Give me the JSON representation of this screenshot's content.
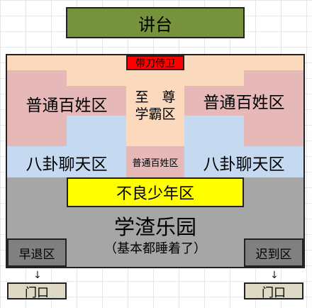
{
  "podium": "讲台",
  "guard": "带刀侍卫",
  "supreme_line1": "至　尊",
  "supreme_line2": "学霸区",
  "left_commoner": "普通百姓区",
  "right_commoner": "普通百姓区",
  "center_commoner": "普通百姓区",
  "left_bagua": "八卦聊天区",
  "right_bagua": "八卦聊天区",
  "delinquent": "不良少年区",
  "slacker_title": "学渣乐园",
  "slacker_sub": "（基本都睡着了）",
  "early_leave": "早退区",
  "late_arrival": "迟到区",
  "left_door": "门口",
  "right_door": "门口",
  "colors": {
    "podium": "#76923c",
    "peach": "#fad9bd",
    "pink": "#e6b8b8",
    "blue": "#c5d9f1",
    "yellow": "#ffff00",
    "gray": "#a6a6a6",
    "darkgray": "#808080",
    "red": "#ff0000",
    "door": "#ddd9c4"
  }
}
